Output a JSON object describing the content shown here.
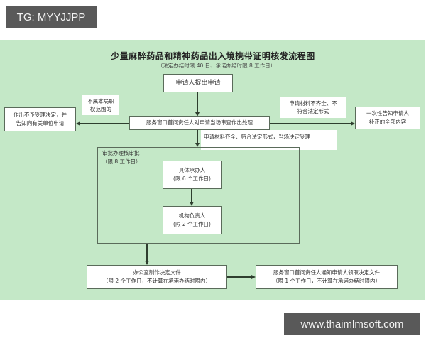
{
  "watermarks": {
    "top_left": "TG: MYYJJPP",
    "bottom_right": "www.thaimlmsoft.com"
  },
  "diagram": {
    "title": "少量麻醉药品和精神药品出入境携带证明核发流程图",
    "subtitle": "（法定办结时限 40 日、承诺办结时限 8 工作日）",
    "nodes": {
      "apply": "申请人提出申请",
      "window_review": "服务窗口首问责任人对申请当场审查作出处理",
      "reject": {
        "line1": "作出不予受理决定，并",
        "line2": "告知向有关单位申请"
      },
      "notify_supplement": {
        "line1": "一次性告知申请人",
        "line2": "补正的全部内容"
      },
      "handler": {
        "line1": "具体承办人",
        "line2": "(限 6 个工作日)"
      },
      "leader": {
        "line1": "机构负责人",
        "line2": "(限 2 个工作日)"
      },
      "office_doc": {
        "line1": "办公室制作决定文件",
        "line2": "（限 2 个工作日，不计算在承诺办结时限内）"
      },
      "notify_collect": {
        "line1": "服务窗口首问责任人通知申请人领取决定文件",
        "line2": "（限 1 个工作日，不计算在承诺办结时限内）"
      }
    },
    "group": {
      "label_line1": "审批办理核审批",
      "label_line2": "（限 8 工作日）"
    },
    "edge_labels": {
      "not_in_scope": {
        "line1": "不属本局职",
        "line2": "权范围的"
      },
      "incomplete": {
        "line1": "申请材料不齐全、不",
        "line2": "符合法定形式"
      },
      "accepted": "申请材料齐全、符合法定形式，当场决定受理"
    }
  }
}
